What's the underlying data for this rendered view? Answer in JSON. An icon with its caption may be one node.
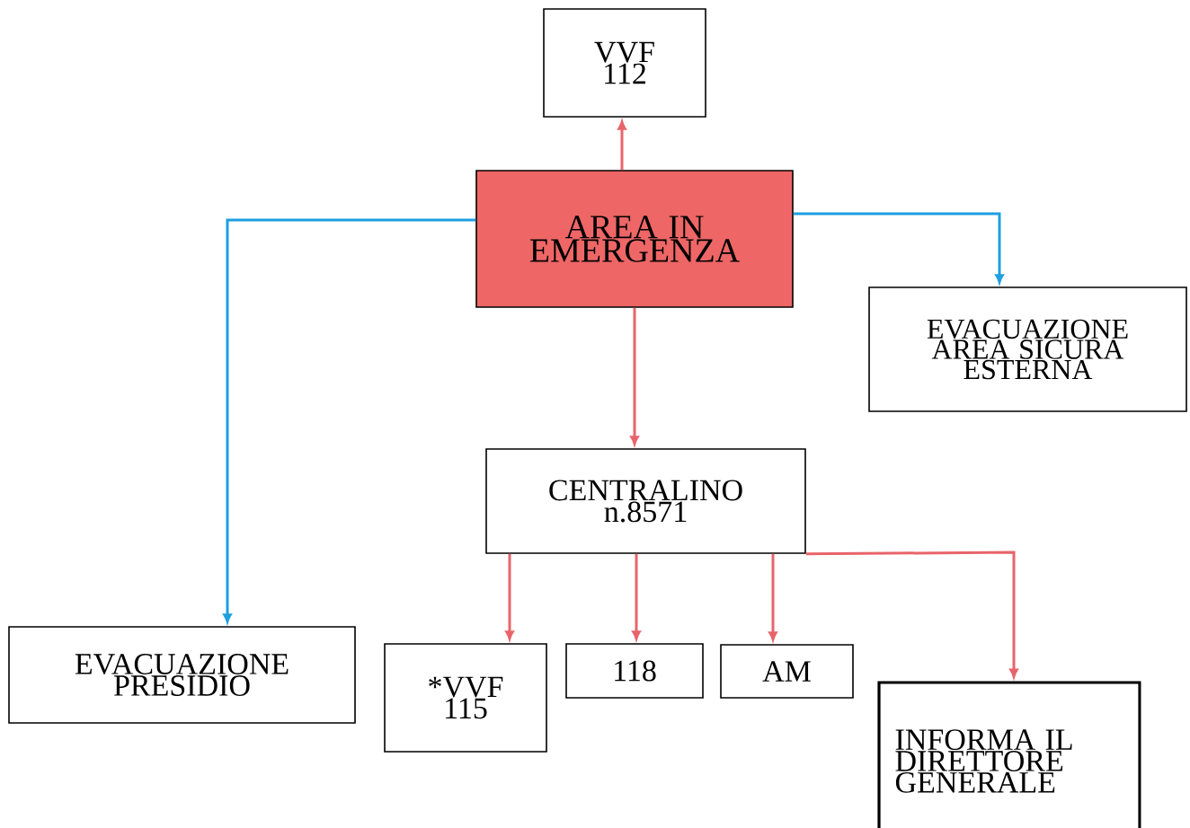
{
  "diagram": {
    "nodes": [
      {
        "text": [
          "VVF 112"
        ]
      },
      {
        "text": [
          "AREA IN EMERGENZA"
        ]
      },
      {
        "text": [
          "EVACUAZIONE AREA SICURA ESTERNA"
        ]
      },
      {
        "text": [
          "CENTRALINO n.8571"
        ]
      },
      {
        "text": [
          "EVACUAZIONE PRESIDIO"
        ]
      },
      {
        "text": [
          "*VVF 115"
        ]
      },
      {
        "text": [
          "118"
        ]
      },
      {
        "text": [
          "AM"
        ]
      },
      {
        "text": [
          "INFORMA IL DIRETTORE GENERALE"
        ]
      }
    ],
    "edges": [
      {
        "from": 1,
        "to": 0,
        "arrow": "to"
      },
      {
        "from": 1,
        "to": 4,
        "arrow": "to",
        "color": "#1e9fe0"
      },
      {
        "from": 1,
        "to": 2,
        "arrow": "to",
        "color": "#1e9fe0"
      },
      {
        "from": 1,
        "to": 3,
        "arrow": "to"
      },
      {
        "from": 3,
        "to": 5,
        "arrow": "to"
      },
      {
        "from": 3,
        "to": 6,
        "arrow": "to"
      },
      {
        "from": 3,
        "to": 7,
        "arrow": "to"
      },
      {
        "from": 3,
        "to": 8,
        "arrow": "to"
      }
    ]
  }
}
